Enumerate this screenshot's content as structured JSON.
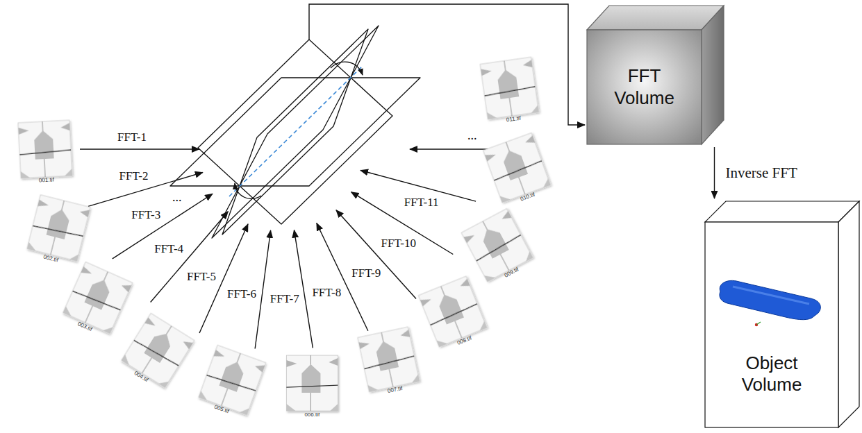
{
  "diagram": {
    "nodes": [
      {
        "text": [
          "FFT Volume"
        ]
      },
      {
        "text": [
          "Object Volume"
        ]
      }
    ],
    "edges": [
      {
        "from": 0,
        "to": 1,
        "arrow": "to",
        "label": "Inverse FFT"
      }
    ],
    "labels": [
      "FFT-1",
      "FFT-2",
      "FFT-3",
      "FFT-4",
      "FFT-5",
      "FFT-6",
      "FFT-7",
      "FFT-8",
      "FFT-9",
      "FFT-10",
      "FFT-11",
      "001.tif",
      "002.tif",
      "003.tif",
      "004.tif",
      "005.tif",
      "006.tif",
      "007.tif",
      "008.tif",
      "009.tif",
      "010.tif",
      "011.tif",
      "...",
      "..."
    ]
  }
}
